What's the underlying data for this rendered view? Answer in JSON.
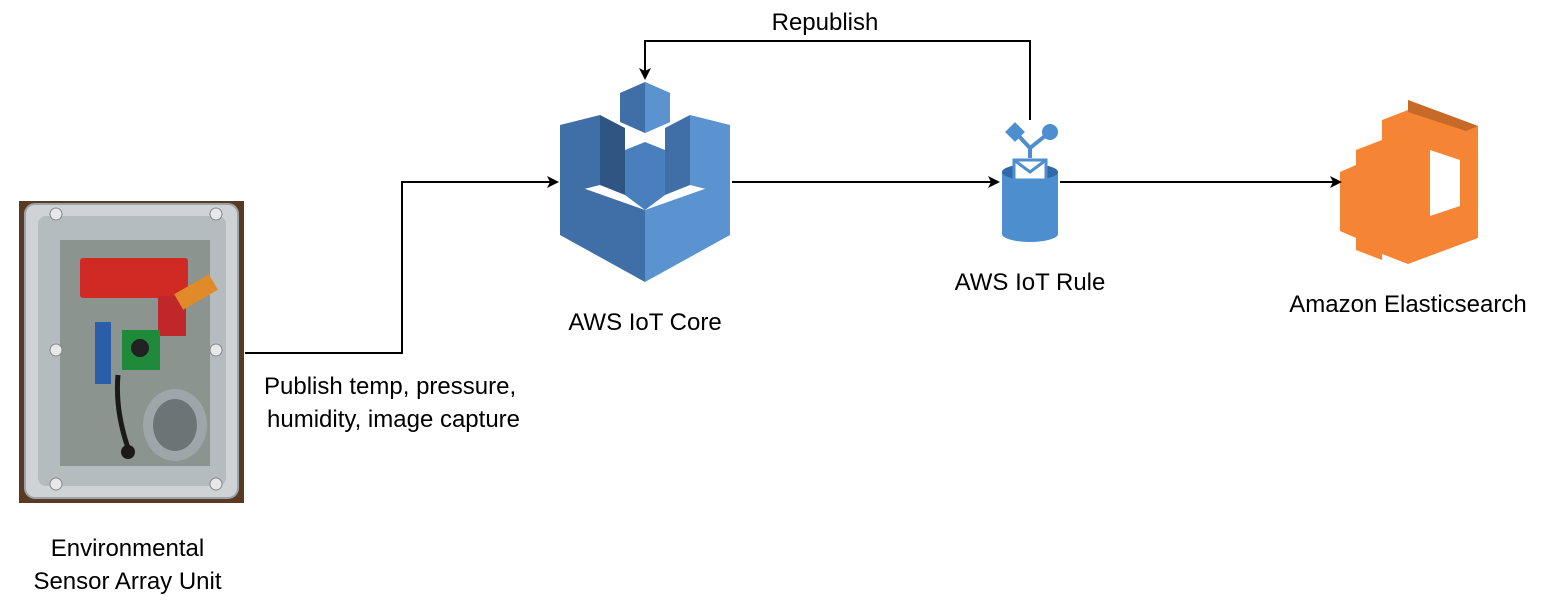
{
  "nodes": {
    "sensor": {
      "label_line1": "Environmental",
      "label_line2": "Sensor Array Unit",
      "icon": "sensor-enclosure-photo"
    },
    "iot_core": {
      "label": "AWS IoT Core",
      "icon": "aws-iot-core-icon"
    },
    "iot_rule": {
      "label": "AWS IoT Rule",
      "icon": "aws-iot-rule-icon"
    },
    "elasticsearch": {
      "label": "Amazon Elasticsearch",
      "icon": "amazon-elasticsearch-icon"
    }
  },
  "edges": {
    "publish": {
      "label_line1": "Publish temp, pressure,",
      "label_line2": "humidity, image capture"
    },
    "republish": {
      "label": "Republish"
    }
  },
  "colors": {
    "aws_iot_blue": "#3f6fa6",
    "aws_iot_blue_light": "#5a93d0",
    "elasticsearch_orange": "#f58534",
    "elasticsearch_dark": "#9b4a16",
    "line": "#000000"
  }
}
